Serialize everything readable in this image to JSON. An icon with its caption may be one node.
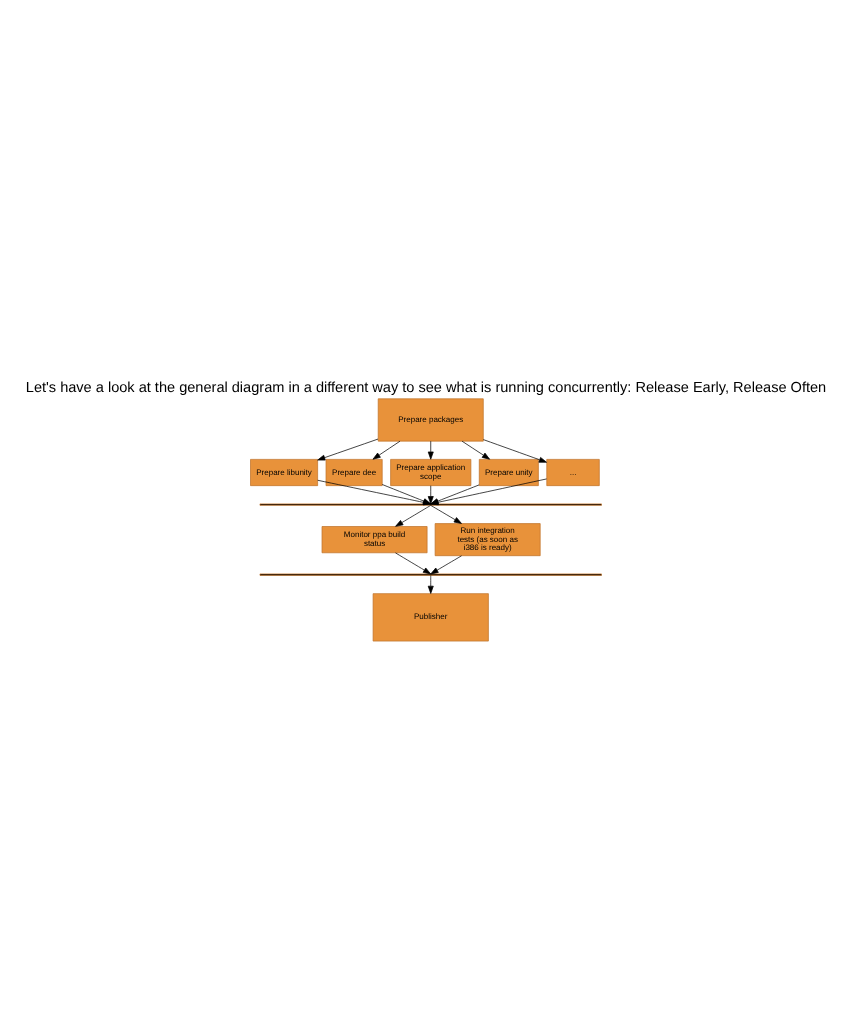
{
  "diagram": {
    "title": "Let's have a look at the general diagram in a different way to see what is running concurrently: Release Early, Release Often",
    "nodes": [
      {
        "text": [
          "Prepare packages"
        ]
      },
      {
        "text": [
          "Prepare libunity"
        ]
      },
      {
        "text": [
          "Prepare dee"
        ]
      },
      {
        "text": [
          "Prepare application scope"
        ]
      },
      {
        "text": [
          "Prepare unity"
        ]
      },
      {
        "text": [
          "..."
        ]
      },
      {
        "text": [],
        "shape": "bar"
      },
      {
        "text": [
          "Monitor ppa build status"
        ]
      },
      {
        "text": [
          "Run integration tests (as soon as i386 is ready)"
        ]
      },
      {
        "text": [],
        "shape": "bar"
      },
      {
        "text": [
          "Publisher"
        ]
      }
    ],
    "edges": [
      {
        "from": 0,
        "to": 1,
        "arrow": "to"
      },
      {
        "from": 0,
        "to": 2,
        "arrow": "to"
      },
      {
        "from": 0,
        "to": 3,
        "arrow": "to"
      },
      {
        "from": 0,
        "to": 4,
        "arrow": "to"
      },
      {
        "from": 0,
        "to": 5,
        "arrow": "to"
      },
      {
        "from": 1,
        "to": 6,
        "arrow": "to"
      },
      {
        "from": 2,
        "to": 6,
        "arrow": "to"
      },
      {
        "from": 3,
        "to": 6,
        "arrow": "to"
      },
      {
        "from": 4,
        "to": 6,
        "arrow": "to"
      },
      {
        "from": 5,
        "to": 6,
        "arrow": "to"
      },
      {
        "from": 6,
        "to": 7,
        "arrow": "to"
      },
      {
        "from": 6,
        "to": 8,
        "arrow": "to"
      },
      {
        "from": 7,
        "to": 9,
        "arrow": "to"
      },
      {
        "from": 8,
        "to": 9,
        "arrow": "to"
      },
      {
        "from": 9,
        "to": 10,
        "arrow": "to"
      }
    ]
  }
}
